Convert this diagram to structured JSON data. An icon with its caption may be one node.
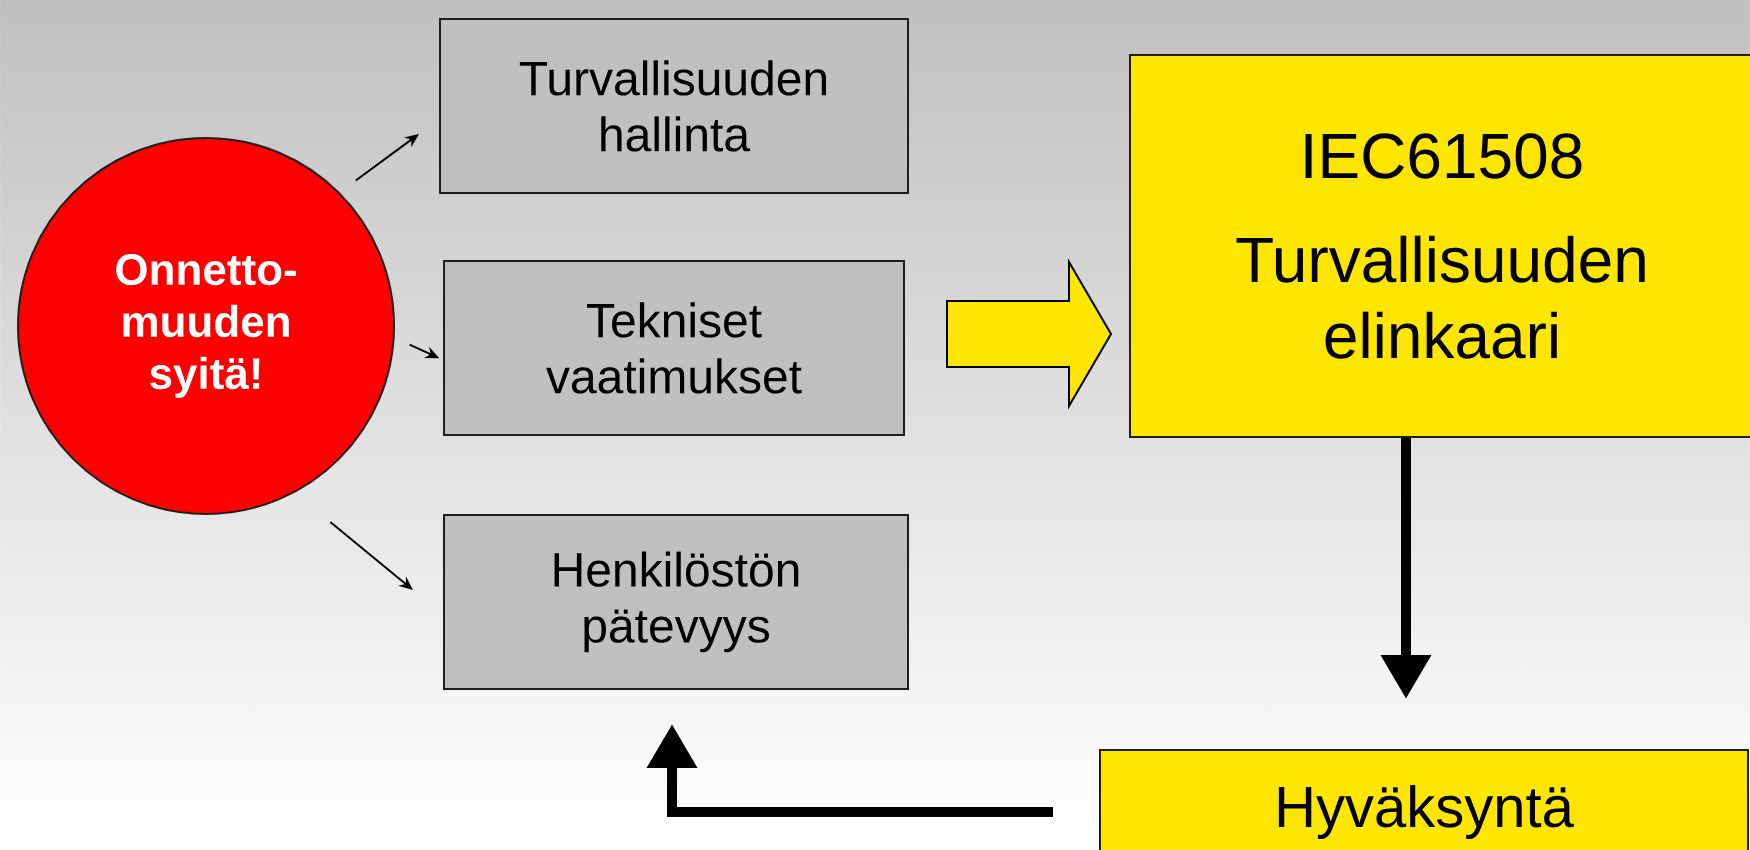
{
  "diagram": {
    "nodes": [
      {
        "text": [
          "Onnetto- muuden syitä!"
        ]
      },
      {
        "text": [
          "Turvallisuuden hallinta"
        ]
      },
      {
        "text": [
          "Tekniset vaatimukset"
        ]
      },
      {
        "text": [
          "Henkilöstön pätevyys"
        ]
      },
      {
        "text": [
          "IEC61508",
          "Turvallisuuden elinkaari"
        ]
      },
      {
        "text": [
          "Hyväksyntä"
        ]
      }
    ],
    "edges": [
      {
        "from": 0,
        "to": 1,
        "arrow": "to"
      },
      {
        "from": 0,
        "to": 2,
        "arrow": "to"
      },
      {
        "from": 0,
        "to": 3,
        "arrow": "to"
      },
      {
        "from": 2,
        "to": 4,
        "arrow": "to",
        "style": "thick",
        "color": "#ffe600"
      },
      {
        "from": 4,
        "to": 5,
        "arrow": "to",
        "style": "thick"
      },
      {
        "from": 5,
        "to": 3,
        "arrow": "to",
        "style": "thick"
      }
    ]
  }
}
